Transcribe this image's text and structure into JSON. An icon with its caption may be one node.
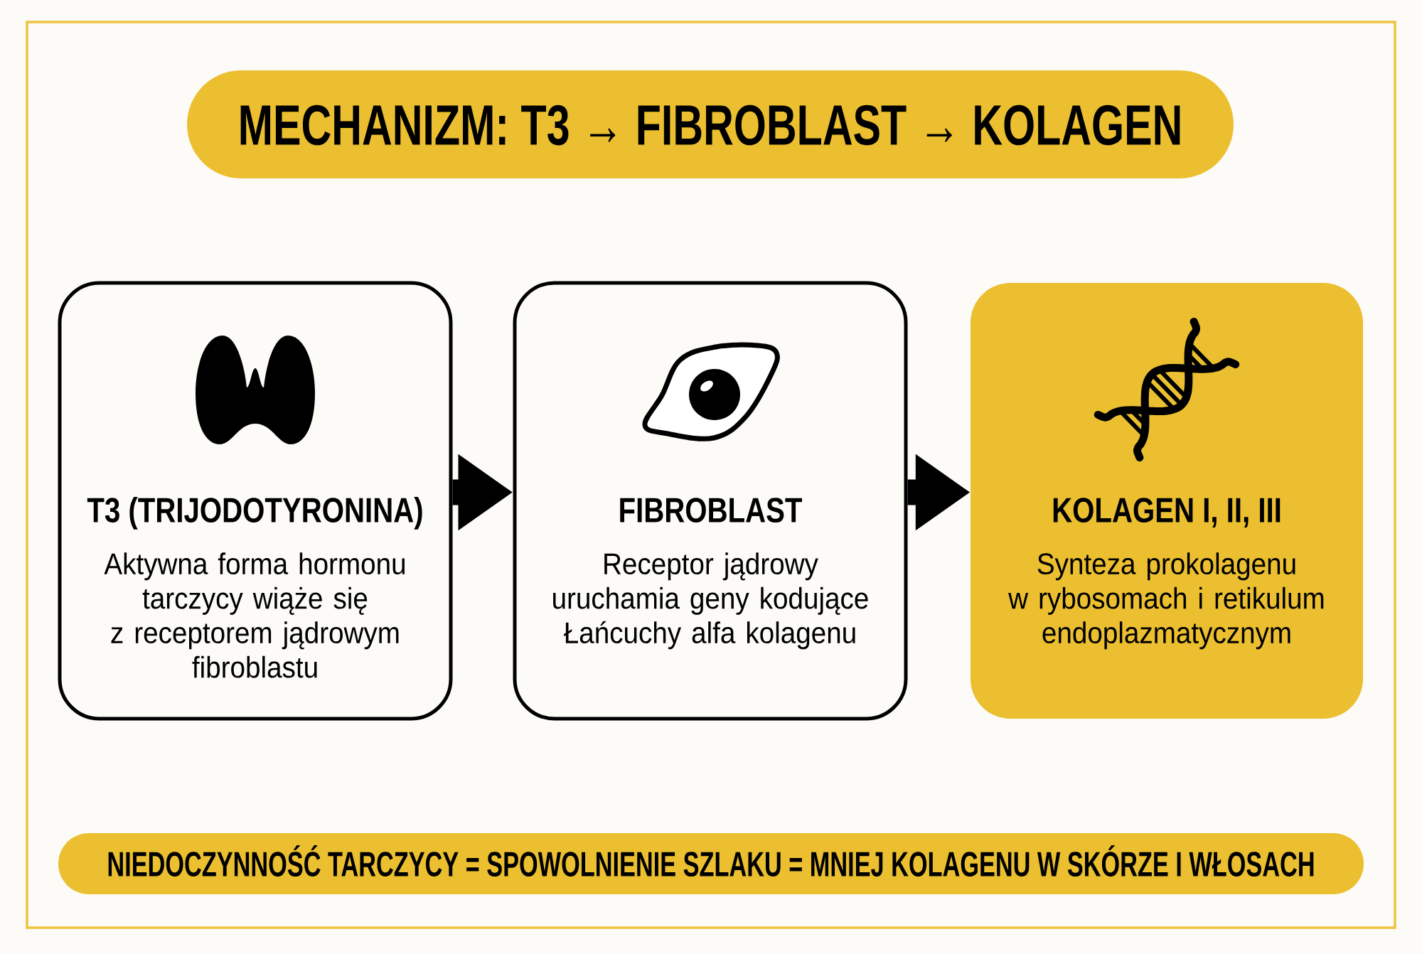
{
  "diagram": {
    "title": "MECHANIZM: T3 → FIBROBLAST → KOLAGEN",
    "nodes": [
      {
        "text": [
          "T3 (TRIJODOTYRONINA)",
          "Aktywna forma hormonu tarczycy wiąże się z receptorem jądrowym fibroblastu"
        ]
      },
      {
        "text": [
          "FIBROBLAST",
          "Receptor jądrowy uruchamia geny kodujące Łańcuchy alfa kolagenu"
        ]
      },
      {
        "text": [
          "KOLAGEN I, II, III",
          "Synteza prokolagenu w rybosomach i retikulum endoplazmatycznym"
        ]
      },
      {
        "text": [
          "NIEDOCZYNNOŚĆ TARCZYCY = SPOWOLNIENIE SZLAKU = MNIEJ KOLAGENU W SKÓRZE I WŁOSACH"
        ]
      }
    ],
    "edges": [
      {
        "from": 0,
        "to": 1,
        "arrow": "to"
      },
      {
        "from": 1,
        "to": 2,
        "arrow": "to"
      }
    ]
  }
}
